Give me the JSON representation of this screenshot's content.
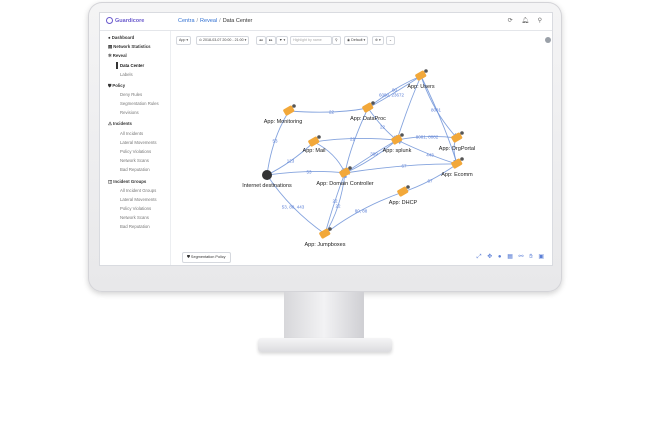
{
  "app": {
    "name": "Guardicore"
  },
  "breadcrumb": [
    "Centra",
    "Reveal",
    "Data Center"
  ],
  "sidebar": {
    "items": [
      {
        "label": "Dashboard",
        "kind": "section"
      },
      {
        "label": "Network Statistics",
        "kind": "section"
      },
      {
        "label": "Reveal",
        "kind": "section"
      },
      {
        "label": "Data Center",
        "kind": "sub",
        "active": true
      },
      {
        "label": "Labels",
        "kind": "sub"
      },
      {
        "label": "Policy",
        "kind": "section"
      },
      {
        "label": "Deny Rules",
        "kind": "sub"
      },
      {
        "label": "Segmentation Rules",
        "kind": "sub"
      },
      {
        "label": "Revisions",
        "kind": "sub"
      },
      {
        "label": "Incidents",
        "kind": "section"
      },
      {
        "label": "All Incidents",
        "kind": "sub"
      },
      {
        "label": "Lateral Movements",
        "kind": "sub"
      },
      {
        "label": "Policy Violations",
        "kind": "sub"
      },
      {
        "label": "Network Scans",
        "kind": "sub"
      },
      {
        "label": "Bad Reputation",
        "kind": "sub"
      },
      {
        "label": "Incident Groups",
        "kind": "section"
      },
      {
        "label": "All Incident Groups",
        "kind": "sub"
      },
      {
        "label": "Lateral Movements",
        "kind": "sub"
      },
      {
        "label": "Policy Violations",
        "kind": "sub"
      },
      {
        "label": "Network Scans",
        "kind": "sub"
      },
      {
        "label": "Bad Reputation",
        "kind": "sub"
      }
    ]
  },
  "toolbar": {
    "app_filter": "App",
    "time_range": "2018-03-07 20:00 - 21:00",
    "filter": "",
    "search_placeholder": "Highlight by name",
    "view": "Default"
  },
  "map": {
    "nodes": [
      {
        "id": "users",
        "label": "App: Users"
      },
      {
        "id": "monitoring",
        "label": "App: Monitoring"
      },
      {
        "id": "dataproc",
        "label": "App: DataProc"
      },
      {
        "id": "orgportal",
        "label": "App: OrgPortal"
      },
      {
        "id": "mail",
        "label": "App: Mail"
      },
      {
        "id": "splunk",
        "label": "App: splunk"
      },
      {
        "id": "ecomm",
        "label": "App: Ecomm"
      },
      {
        "id": "internet",
        "label": "Internet destinations"
      },
      {
        "id": "domain",
        "label": "App: Domain Controller"
      },
      {
        "id": "dhcp",
        "label": "App: DHCP"
      },
      {
        "id": "jump",
        "label": "App: Jumpboxes"
      }
    ],
    "edge_labels": [
      "6080, 23672",
      "80",
      "22",
      "53",
      "123",
      "53",
      "53, 80, 443",
      "22",
      "22",
      "80, 88",
      "22",
      "67",
      "8081",
      "8081, 8082",
      "443",
      "22",
      "67",
      "389"
    ]
  },
  "footer": {
    "segmentation_policy": "Segmentation Policy"
  },
  "colors": {
    "node": "#f2a83a",
    "edge": "#6f93d8",
    "brand": "#6a5acd"
  }
}
